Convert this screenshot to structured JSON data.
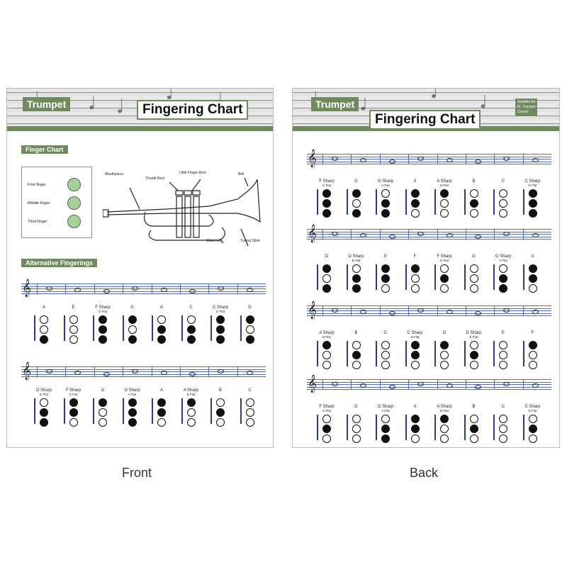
{
  "front": {
    "tag": "Trumpet",
    "title": "Fingering Chart",
    "finger_section": "Finger  Chart",
    "legend": [
      "First finger",
      "Middle finger",
      "Third finger"
    ],
    "trumpet_labels": {
      "mouthpiece": "Mouthpiece",
      "thumb_rest": "Thumb Rest",
      "little_finger_rest": "Little Finger Rest",
      "bell": "Bell",
      "water_key": "Water key",
      "tuning_slide": "Tuning Slide"
    },
    "alt_section": "Alternative Fingerings",
    "rows": [
      [
        {
          "name": "A",
          "alt": "",
          "valves": [
            false,
            false,
            true
          ]
        },
        {
          "name": "E",
          "alt": "",
          "valves": [
            false,
            false,
            false
          ]
        },
        {
          "name": "F Sharp",
          "alt": "G Flat",
          "valves": [
            true,
            true,
            true
          ]
        },
        {
          "name": "G",
          "alt": "",
          "valves": [
            true,
            false,
            true
          ]
        },
        {
          "name": "A",
          "alt": "",
          "valves": [
            false,
            true,
            true
          ]
        },
        {
          "name": "C",
          "alt": "",
          "valves": [
            false,
            true,
            true
          ]
        },
        {
          "name": "C Sharp",
          "alt": "D Flat",
          "valves": [
            true,
            true,
            true
          ]
        },
        {
          "name": "D",
          "alt": "",
          "valves": [
            true,
            false,
            true
          ]
        }
      ],
      [
        {
          "name": "D Sharp",
          "alt": "E Flat",
          "valves": [
            false,
            true,
            true
          ]
        },
        {
          "name": "F Sharp",
          "alt": "G Flat",
          "valves": [
            true,
            true,
            false
          ]
        },
        {
          "name": "G",
          "alt": "",
          "valves": [
            true,
            false,
            false
          ]
        },
        {
          "name": "G Sharp",
          "alt": "A Flat",
          "valves": [
            true,
            true,
            true
          ]
        },
        {
          "name": "A",
          "alt": "",
          "valves": [
            true,
            true,
            false
          ]
        },
        {
          "name": "A Sharp",
          "alt": "B Flat",
          "valves": [
            true,
            false,
            false
          ]
        },
        {
          "name": "B",
          "alt": "",
          "valves": [
            false,
            true,
            false
          ]
        },
        {
          "name": "C",
          "alt": "",
          "valves": [
            false,
            false,
            false
          ]
        }
      ]
    ]
  },
  "back": {
    "tag": "Trumpet",
    "title": "Fingering Chart",
    "suitable": [
      "Suitable for",
      "B♭ Trumpet",
      "Cornet"
    ],
    "rows": [
      [
        {
          "name": "F Sharp",
          "alt": "G Flat",
          "valves": [
            true,
            true,
            true
          ]
        },
        {
          "name": "G",
          "alt": "",
          "valves": [
            true,
            false,
            true
          ]
        },
        {
          "name": "G Sharp",
          "alt": "A Flat",
          "valves": [
            false,
            true,
            true
          ]
        },
        {
          "name": "A",
          "alt": "",
          "valves": [
            true,
            true,
            false
          ]
        },
        {
          "name": "A Sharp",
          "alt": "B Flat",
          "valves": [
            true,
            false,
            false
          ]
        },
        {
          "name": "B",
          "alt": "",
          "valves": [
            false,
            true,
            false
          ]
        },
        {
          "name": "C",
          "alt": "",
          "valves": [
            false,
            false,
            false
          ]
        },
        {
          "name": "C Sharp",
          "alt": "D Flat",
          "valves": [
            true,
            true,
            true
          ]
        }
      ],
      [
        {
          "name": "D",
          "alt": "",
          "valves": [
            true,
            false,
            true
          ]
        },
        {
          "name": "D Sharp",
          "alt": "E Flat",
          "valves": [
            false,
            true,
            true
          ]
        },
        {
          "name": "E",
          "alt": "",
          "valves": [
            true,
            true,
            false
          ]
        },
        {
          "name": "F",
          "alt": "",
          "valves": [
            true,
            false,
            false
          ]
        },
        {
          "name": "F Sharp",
          "alt": "G Flat",
          "valves": [
            false,
            true,
            false
          ]
        },
        {
          "name": "G",
          "alt": "",
          "valves": [
            false,
            false,
            false
          ]
        },
        {
          "name": "G Sharp",
          "alt": "A Flat",
          "valves": [
            false,
            true,
            true
          ]
        },
        {
          "name": "A",
          "alt": "",
          "valves": [
            true,
            true,
            false
          ]
        }
      ],
      [
        {
          "name": "A Sharp",
          "alt": "B Flat",
          "valves": [
            true,
            false,
            false
          ]
        },
        {
          "name": "B",
          "alt": "",
          "valves": [
            false,
            true,
            false
          ]
        },
        {
          "name": "C",
          "alt": "",
          "valves": [
            false,
            false,
            false
          ]
        },
        {
          "name": "C Sharp",
          "alt": "D Flat",
          "valves": [
            true,
            true,
            false
          ]
        },
        {
          "name": "D",
          "alt": "",
          "valves": [
            true,
            false,
            false
          ]
        },
        {
          "name": "D Sharp",
          "alt": "E Flat",
          "valves": [
            false,
            true,
            false
          ]
        },
        {
          "name": "E",
          "alt": "",
          "valves": [
            false,
            false,
            false
          ]
        },
        {
          "name": "F",
          "alt": "",
          "valves": [
            true,
            false,
            false
          ]
        }
      ],
      [
        {
          "name": "F Sharp",
          "alt": "G Flat",
          "valves": [
            false,
            true,
            false
          ]
        },
        {
          "name": "G",
          "alt": "",
          "valves": [
            false,
            false,
            false
          ]
        },
        {
          "name": "G Sharp",
          "alt": "A Flat",
          "valves": [
            false,
            true,
            true
          ]
        },
        {
          "name": "A",
          "alt": "",
          "valves": [
            true,
            true,
            false
          ]
        },
        {
          "name": "A Sharp",
          "alt": "B Flat",
          "valves": [
            true,
            false,
            false
          ]
        },
        {
          "name": "B",
          "alt": "",
          "valves": [
            false,
            true,
            false
          ]
        },
        {
          "name": "C",
          "alt": "",
          "valves": [
            false,
            false,
            false
          ]
        },
        {
          "name": "C Sharp",
          "alt": "D Flat",
          "valves": [
            false,
            true,
            false
          ]
        }
      ]
    ]
  },
  "captions": {
    "front": "Front",
    "back": "Back"
  }
}
